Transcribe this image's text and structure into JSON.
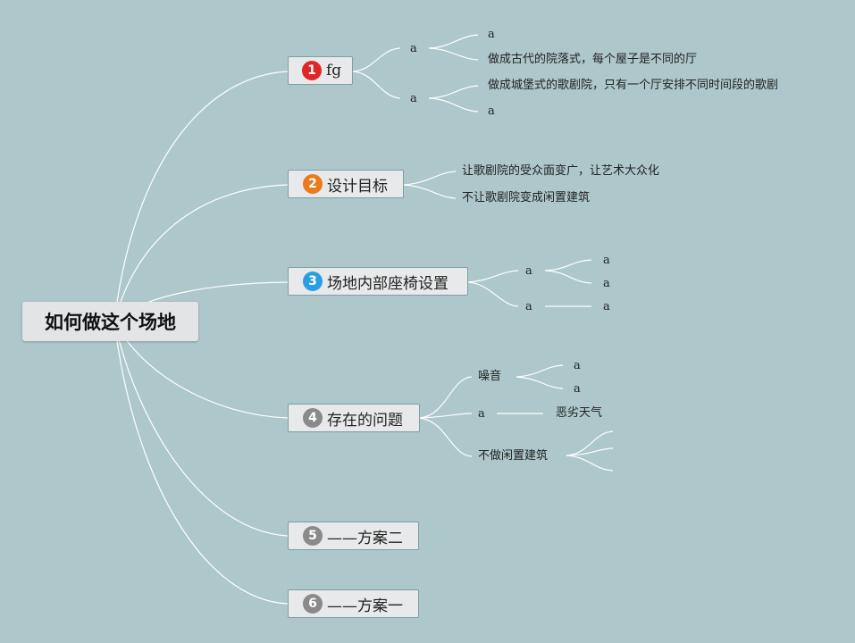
{
  "root": {
    "label": "如何做这个场地"
  },
  "branches": [
    {
      "number": "1",
      "label": "fg",
      "children": [
        {
          "label": "a",
          "children": [
            {
              "label": "a"
            },
            {
              "label": "做成古代的院落式，每个屋子是不同的厅"
            }
          ]
        },
        {
          "label": "a",
          "children": [
            {
              "label": "做成城堡式的歌剧院，只有一个厅安排不同时间段的歌剧"
            },
            {
              "label": "a"
            }
          ]
        }
      ]
    },
    {
      "number": "2",
      "label": "设计目标",
      "children": [
        {
          "label": "让歌剧院的受众面变广，让艺术大众化"
        },
        {
          "label": "不让歌剧院变成闲置建筑"
        }
      ]
    },
    {
      "number": "3",
      "label": "场地内部座椅设置",
      "children": [
        {
          "label": "a",
          "children": [
            {
              "label": "a"
            },
            {
              "label": "a"
            }
          ]
        },
        {
          "label": "a",
          "children": [
            {
              "label": "a"
            }
          ]
        }
      ]
    },
    {
      "number": "4",
      "label": "存在的问题",
      "children": [
        {
          "label": "噪音",
          "children": [
            {
              "label": "a"
            },
            {
              "label": "a"
            }
          ]
        },
        {
          "label": "a",
          "children": [
            {
              "label": "恶劣天气"
            }
          ]
        },
        {
          "label": "不做闲置建筑",
          "children": [
            {
              "label": ""
            },
            {
              "label": ""
            },
            {
              "label": ""
            }
          ]
        }
      ]
    },
    {
      "number": "5",
      "label": "——方案二",
      "children": []
    },
    {
      "number": "6",
      "label": "——方案一",
      "children": []
    }
  ],
  "colors": {
    "background": "#adc7ca",
    "link": "#ffffff",
    "badge_1": "#e02727",
    "badge_2": "#ea7a1d",
    "badge_3": "#2b9ee3",
    "badge_4": "#8a8a8a",
    "badge_5": "#8a8a8a",
    "badge_6": "#8a8a8a"
  }
}
